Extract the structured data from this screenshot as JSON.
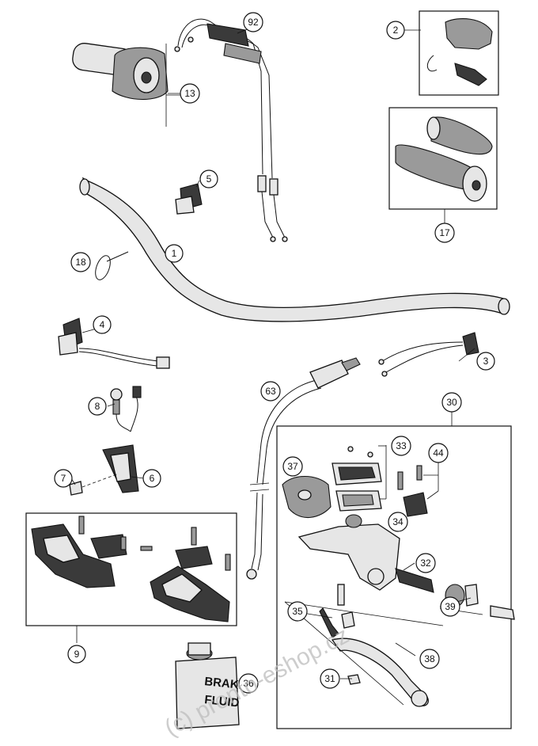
{
  "callouts": {
    "c1": "1",
    "c2": "2",
    "c3": "3",
    "c4": "4",
    "c5": "5",
    "c6": "6",
    "c7": "7",
    "c8": "8",
    "c9": "9",
    "c13": "13",
    "c17": "17",
    "c18": "18",
    "c30": "30",
    "c31": "31",
    "c32": "32",
    "c33": "33",
    "c34": "34",
    "c35": "35",
    "c36": "36",
    "c37": "37",
    "c38": "38",
    "c39": "39",
    "c44": "44",
    "c63": "63",
    "c92": "92"
  },
  "bottle": {
    "line1": "BRAKE",
    "line2": "FLUID"
  },
  "watermark": "(c) pronto-eshop.cz"
}
